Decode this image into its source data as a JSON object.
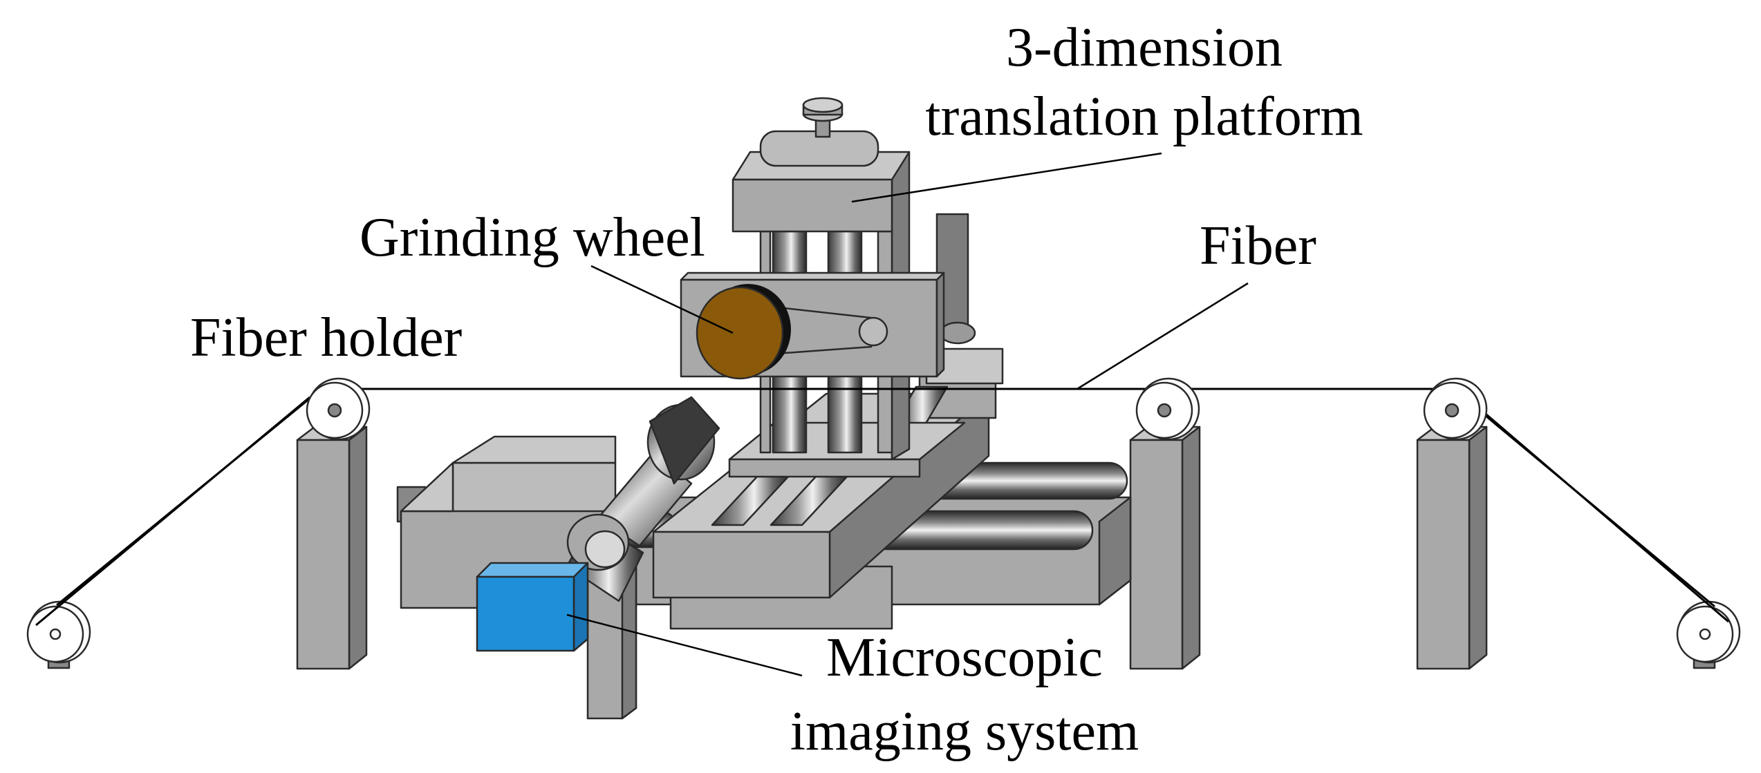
{
  "labels": {
    "platform_line1": "3-dimension",
    "platform_line2": "translation platform",
    "grinding_wheel": "Grinding wheel",
    "fiber": "Fiber",
    "fiber_holder": "Fiber holder",
    "imaging_line1": "Microscopic",
    "imaging_line2": "imaging system"
  },
  "colors": {
    "machine_gray": "#a9a9a9",
    "machine_dark": "#7d7d7d",
    "machine_light": "#c8c8c8",
    "grinding_wheel": "#8a5a0a",
    "imaging_box": "#1e8fd8",
    "line": "#000000"
  }
}
